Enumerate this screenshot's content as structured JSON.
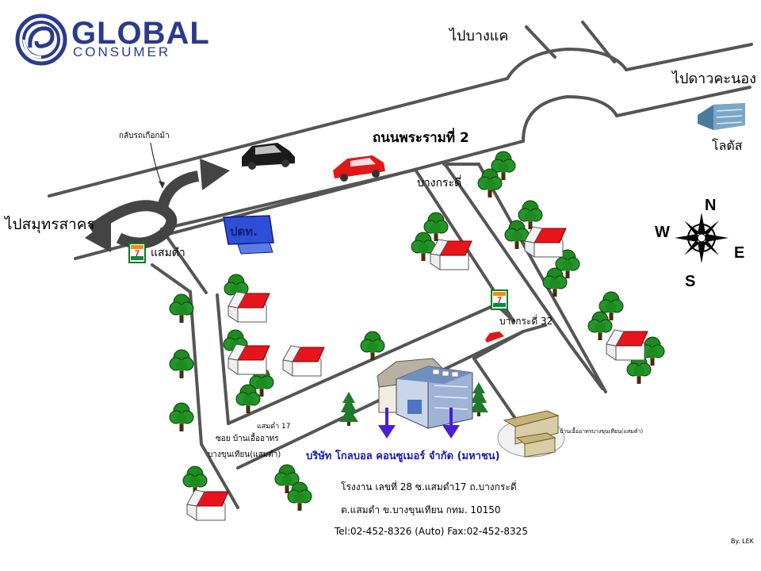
{
  "logo": {
    "brand_line1": "GLOBAL",
    "brand_line2": "CONSUMER",
    "color": "#2a3a8f"
  },
  "roads": {
    "to_bang_khae": "ไปบางแค",
    "to_dao_khanong": "ไปดาวคะนอง",
    "rama2": "ถนนพระรามที่ 2",
    "to_samut_sakhon": "ไปสมุทรสาคร",
    "u_turn": "กลับรถเกือกม้า",
    "bang_kradi": "บางกระดี่",
    "bang_kradi_32": "บางกระดี่ 32",
    "samae_dam": "แสมดำ",
    "samae_dam_17": "แสมดำ 17",
    "soi_ban_uea": "ซอย บ้านเอื้ออาทร",
    "bang_khun_thian": "บางขุนเทียน(แสมดำ)"
  },
  "landmarks": {
    "lotus": "โลตัส",
    "post_office": "ปตท.",
    "seven_eleven_icon": "seven-eleven-icon",
    "housing": "บ้านเอื้ออาทรบางขุนเทียน(แสมดำ)"
  },
  "company": {
    "name": "บริษัท โกลบอล คอนซูเมอร์ จำกัด (มหาชน)",
    "address_line1": "โรงงาน เลขที่ 28 ซ.แสมดำ17 ถ.บางกระดี่",
    "address_line2": "ต.แสมดำ ข.บางขุนเทียน กทม. 10150",
    "contact": "Tel:02-452-8326 (Auto) Fax:02-452-8325"
  },
  "compass": {
    "n": "N",
    "e": "E",
    "s": "S",
    "w": "W"
  },
  "credit": "By. LEK",
  "colors": {
    "road": "#555555",
    "roof": "#e8141c",
    "tree": "#1f8a1f",
    "arrow": "#4a1fd6",
    "company_text": "#1a1ab0",
    "post_box": "#2e4fd6"
  }
}
